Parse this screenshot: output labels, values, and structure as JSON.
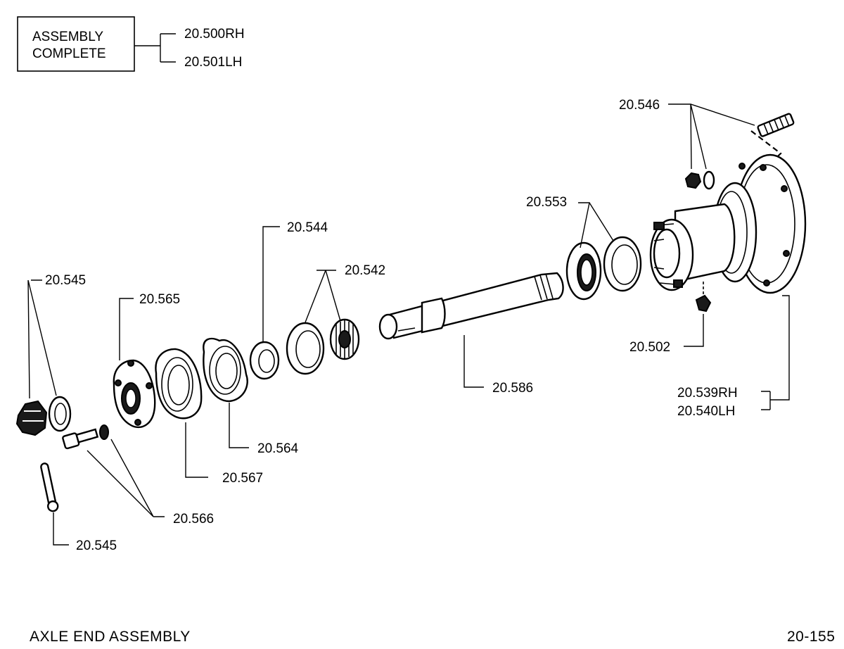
{
  "assembly_box": {
    "line1": "ASSEMBLY",
    "line2": "COMPLETE",
    "rh": "20.500RH",
    "lh": "20.501LH"
  },
  "labels": {
    "p546": "20.546",
    "p553": "20.553",
    "p544": "20.544",
    "p542": "20.542",
    "p545_top": "20.545",
    "p565": "20.565",
    "p502": "20.502",
    "p586": "20.586",
    "p539": "20.539RH",
    "p540": "20.540LH",
    "p564": "20.564",
    "p567": "20.567",
    "p566": "20.566",
    "p545_bottom": "20.545"
  },
  "footer": {
    "title": "AXLE  END  ASSEMBLY",
    "page": "20-155"
  }
}
